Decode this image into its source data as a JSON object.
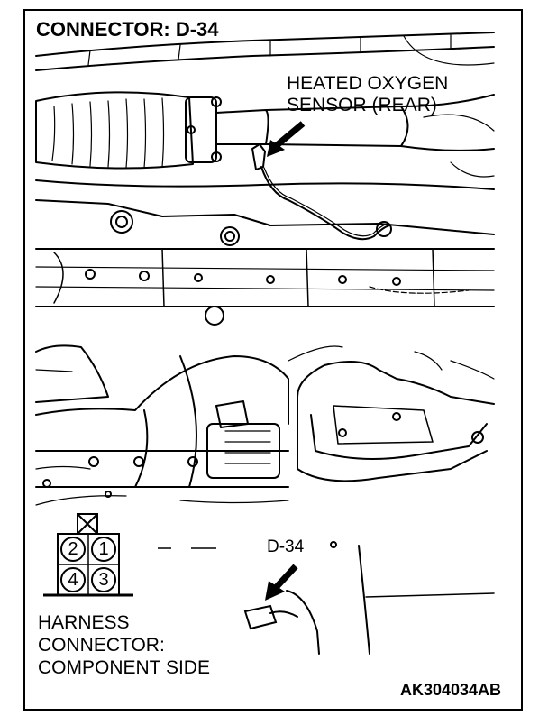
{
  "title": "CONNECTOR: D-34",
  "callout": {
    "line1": "HEATED OXYGEN",
    "line2": "SENSOR (REAR)"
  },
  "connector_label": "D-34",
  "connector_pins": [
    "2",
    "1",
    "4",
    "3"
  ],
  "harness": {
    "line1": "HARNESS",
    "line2": "CONNECTOR:",
    "line3": "COMPONENT SIDE"
  },
  "figure_code": "AK304034AB",
  "colors": {
    "ink": "#000000",
    "paper": "#ffffff"
  }
}
